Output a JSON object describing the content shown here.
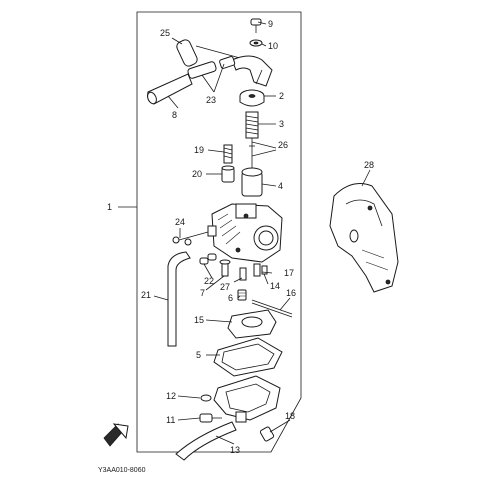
{
  "diagram": {
    "footer_code": "Y3AA010-8060",
    "callouts": [
      {
        "id": "c1",
        "text": "1"
      },
      {
        "id": "c2",
        "text": "2"
      },
      {
        "id": "c3",
        "text": "3"
      },
      {
        "id": "c4",
        "text": "4"
      },
      {
        "id": "c5",
        "text": "5"
      },
      {
        "id": "c6",
        "text": "6"
      },
      {
        "id": "c7",
        "text": "7"
      },
      {
        "id": "c8",
        "text": "8"
      },
      {
        "id": "c9",
        "text": "9"
      },
      {
        "id": "c10",
        "text": "10"
      },
      {
        "id": "c11",
        "text": "11"
      },
      {
        "id": "c12",
        "text": "12"
      },
      {
        "id": "c13",
        "text": "13"
      },
      {
        "id": "c14",
        "text": "14"
      },
      {
        "id": "c15",
        "text": "15"
      },
      {
        "id": "c16",
        "text": "16"
      },
      {
        "id": "c17",
        "text": "17"
      },
      {
        "id": "c18",
        "text": "18"
      },
      {
        "id": "c19",
        "text": "19"
      },
      {
        "id": "c20",
        "text": "20"
      },
      {
        "id": "c21",
        "text": "21"
      },
      {
        "id": "c22",
        "text": "22"
      },
      {
        "id": "c23",
        "text": "23"
      },
      {
        "id": "c24",
        "text": "24"
      },
      {
        "id": "c25",
        "text": "25"
      },
      {
        "id": "c26",
        "text": "26"
      },
      {
        "id": "c27",
        "text": "27"
      },
      {
        "id": "c28",
        "text": "28"
      }
    ]
  }
}
